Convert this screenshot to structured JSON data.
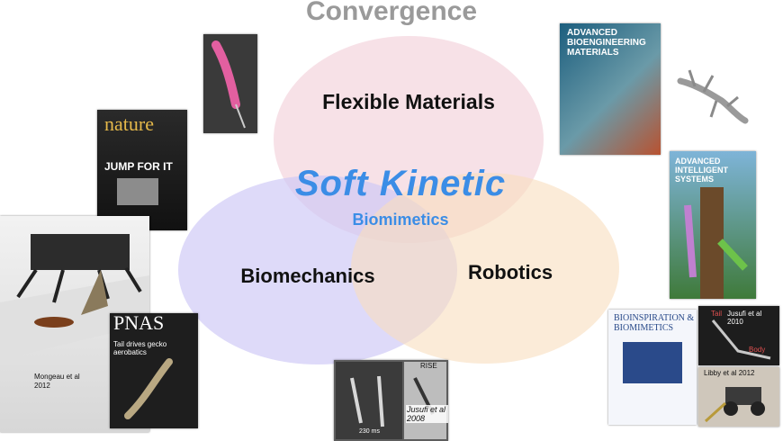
{
  "title": "Convergence",
  "venn": {
    "top": "Flexible Materials",
    "left": "Biomechanics",
    "right": "Robotics",
    "center": "Soft Kinetic",
    "center_sub": "Biomimetics"
  },
  "covers": {
    "nature_name": "nature",
    "nature_headline": "JUMP FOR IT",
    "pnas_name": "PNAS",
    "pnas_headline": "Tail drives gecko aerobatics",
    "abm_title": "ADVANCED BIOENGINEERING MATERIALS",
    "ais_title": "ADVANCED INTELLIGENT SYSTEMS",
    "bnb_title": "BIOINSPIRATION & BIOMIMETICS"
  },
  "captions": {
    "mongeau": "Mongeau et al 2012",
    "jusufi2010": "Jusufi et al 2010",
    "libby2012": "Libby et al 2012",
    "jusufi2008": "Jusufi et al 2008",
    "tail": "Tail",
    "body": "Body",
    "rise": "RISE",
    "ms": "230 ms"
  },
  "colors": {
    "title": "#9a9a9a",
    "accent": "#3b8de6",
    "flexible": "#f0c8d4",
    "biomechanics": "#cdc6f6",
    "robotics": "#f8debe"
  }
}
